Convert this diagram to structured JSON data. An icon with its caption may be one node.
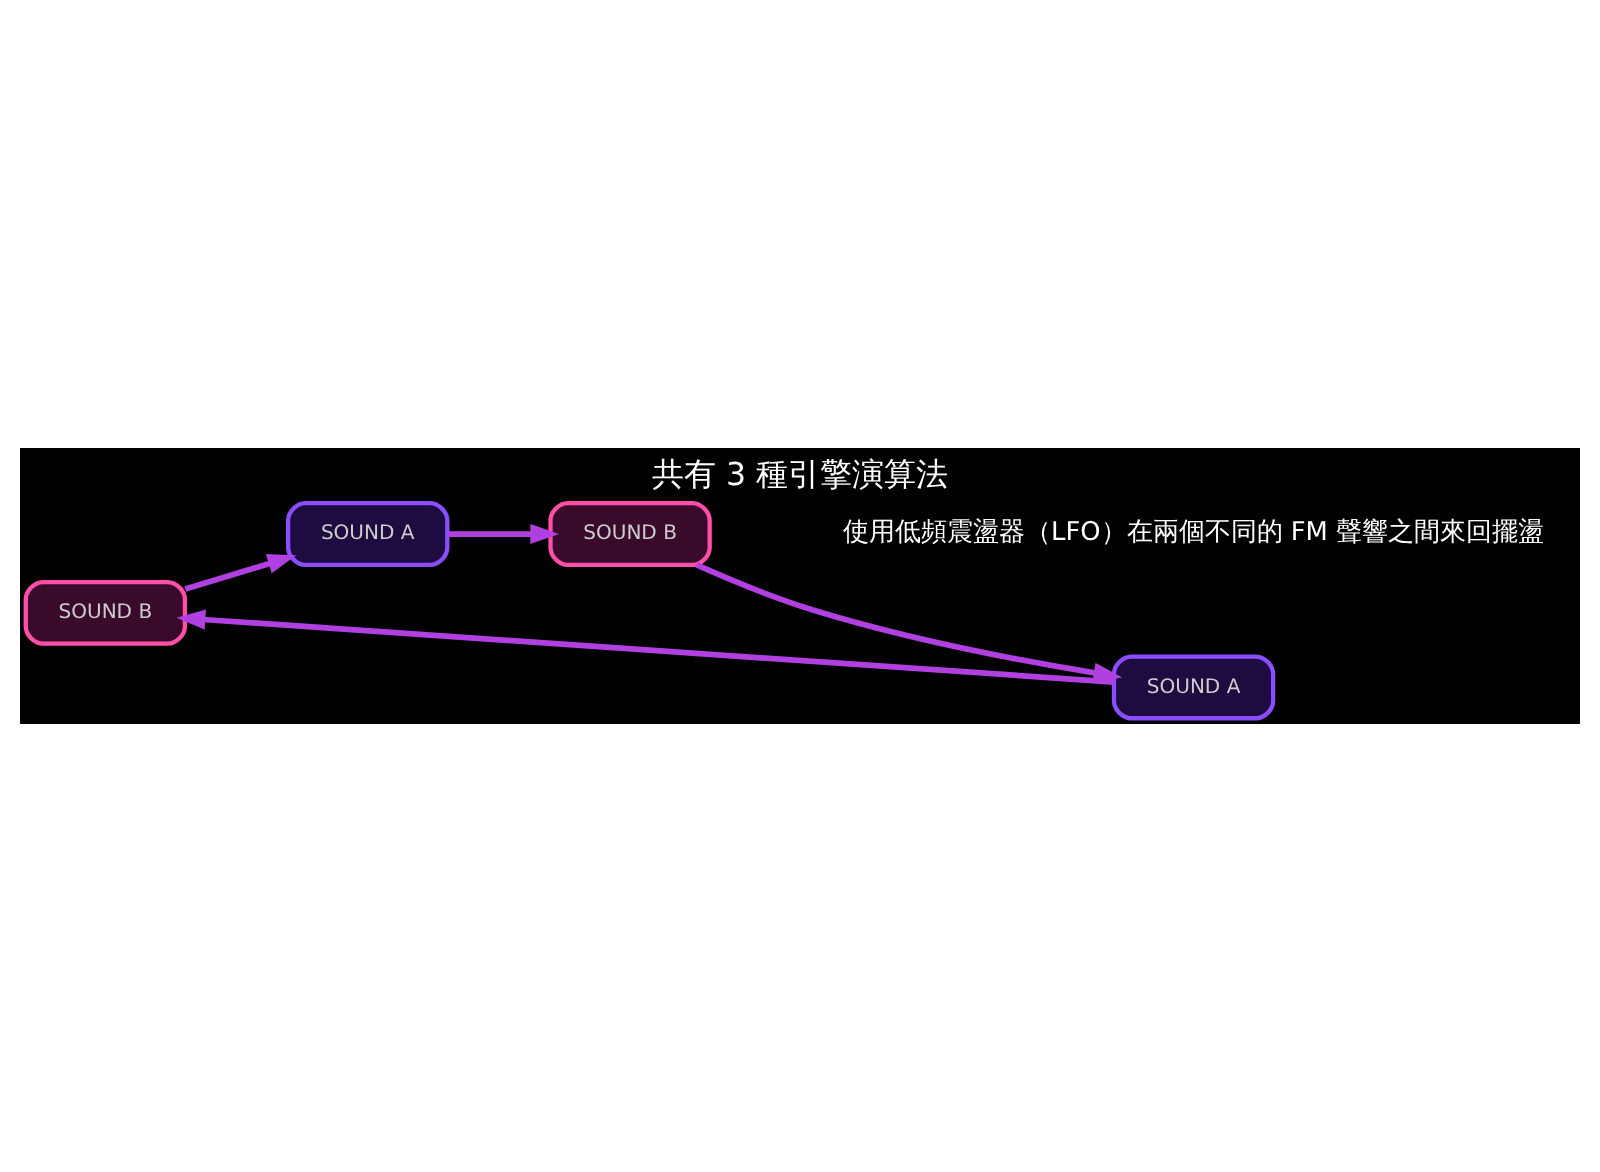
{
  "diagram": {
    "title": "共有 3 種引擎演算法",
    "caption": "使用低頻震盪器（LFO）在兩個不同的 FM 聲響之間來回擺盪",
    "nodes": [
      {
        "text": [
          "SOUND B"
        ]
      },
      {
        "text": [
          "SOUND A"
        ]
      },
      {
        "text": [
          "SOUND A"
        ]
      },
      {
        "text": [
          "SOUND B"
        ]
      }
    ],
    "edges": [
      {
        "from": 1,
        "to": 0,
        "arrow": "to"
      },
      {
        "from": 0,
        "to": 2,
        "arrow": "to"
      },
      {
        "from": 2,
        "to": 3,
        "arrow": "to"
      },
      {
        "from": 3,
        "to": 1,
        "arrow": "to"
      }
    ]
  }
}
